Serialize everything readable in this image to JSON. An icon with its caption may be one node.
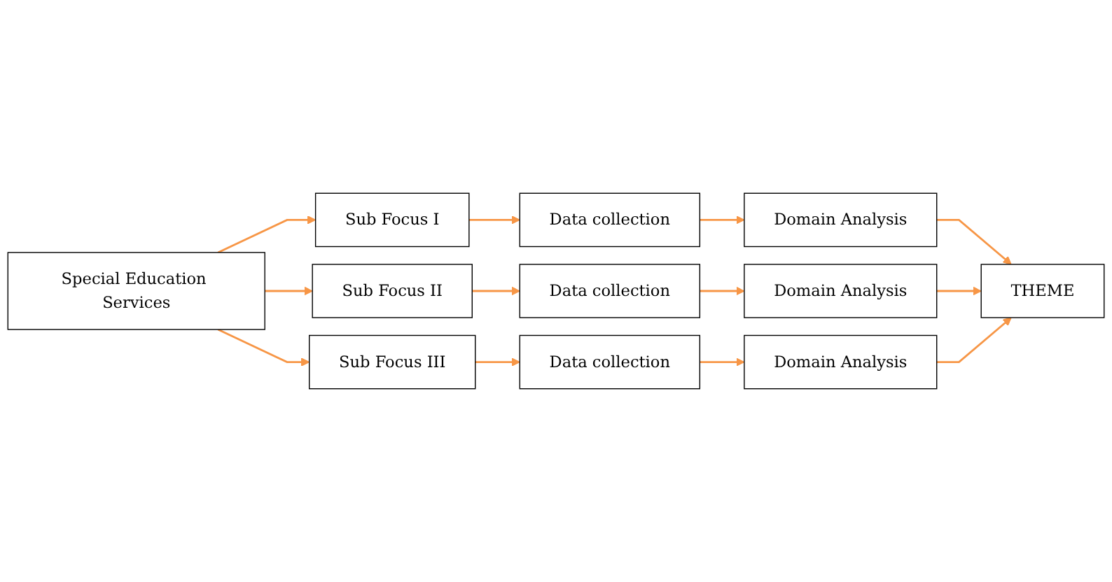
{
  "diagram": {
    "nodes": [
      {
        "text": [
          "Special Education Services"
        ]
      },
      {
        "text": [
          "Sub Focus I"
        ]
      },
      {
        "text": [
          "Data collection"
        ]
      },
      {
        "text": [
          "Domain Analysis"
        ]
      },
      {
        "text": [
          "Sub Focus II"
        ]
      },
      {
        "text": [
          "Data collection"
        ]
      },
      {
        "text": [
          "Domain Analysis"
        ]
      },
      {
        "text": [
          "Sub Focus III"
        ]
      },
      {
        "text": [
          "Data collection"
        ]
      },
      {
        "text": [
          "Domain Analysis"
        ]
      },
      {
        "text": [
          "THEME"
        ]
      }
    ],
    "edges": [
      {
        "from": 0,
        "to": 1,
        "arrow": "to"
      },
      {
        "from": 0,
        "to": 4,
        "arrow": "to"
      },
      {
        "from": 0,
        "to": 7,
        "arrow": "to"
      },
      {
        "from": 1,
        "to": 2,
        "arrow": "to"
      },
      {
        "from": 2,
        "to": 3,
        "arrow": "to"
      },
      {
        "from": 4,
        "to": 5,
        "arrow": "to"
      },
      {
        "from": 5,
        "to": 6,
        "arrow": "to"
      },
      {
        "from": 7,
        "to": 8,
        "arrow": "to"
      },
      {
        "from": 8,
        "to": 9,
        "arrow": "to"
      },
      {
        "from": 3,
        "to": 10,
        "arrow": "to"
      },
      {
        "from": 6,
        "to": 10,
        "arrow": "to"
      },
      {
        "from": 9,
        "to": 10,
        "arrow": "to"
      }
    ]
  }
}
